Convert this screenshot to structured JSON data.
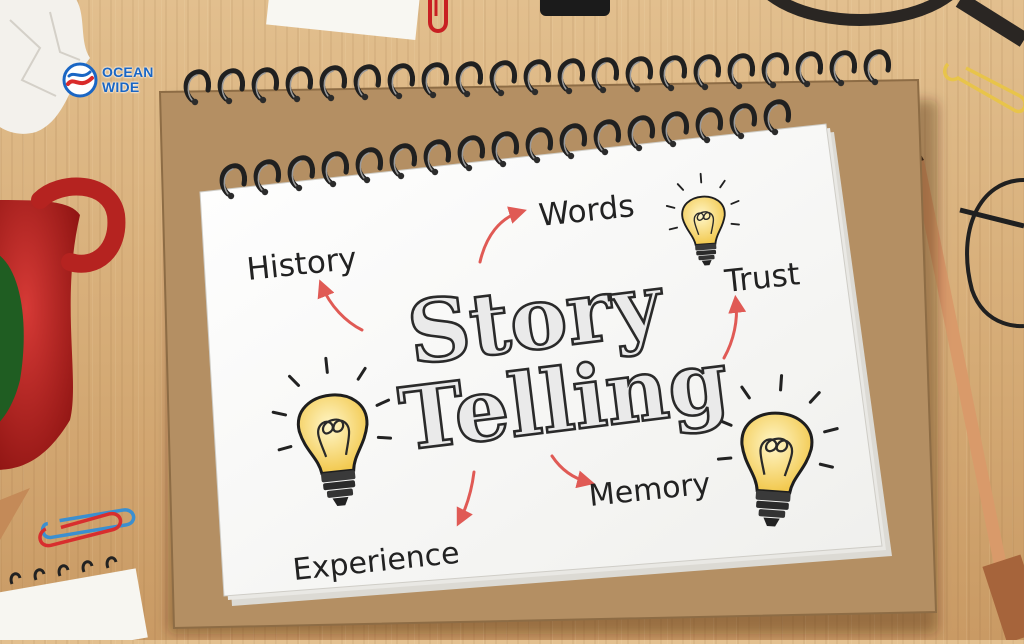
{
  "logo": {
    "line1": "OCEAN",
    "line2": "WIDE",
    "icon": "oceanwide-wave-logo",
    "colors": {
      "blue": "#1a66c4",
      "red": "#d92b2b"
    }
  },
  "notebook": {
    "title": {
      "line1": "Story",
      "line2": "Telling"
    },
    "keywords": {
      "history": "History",
      "words": "Words",
      "trust": "Trust",
      "memory": "Memory",
      "experience": "Experience"
    },
    "arrow_color": "#e05a55",
    "bulb_color": "#f6d66a"
  }
}
